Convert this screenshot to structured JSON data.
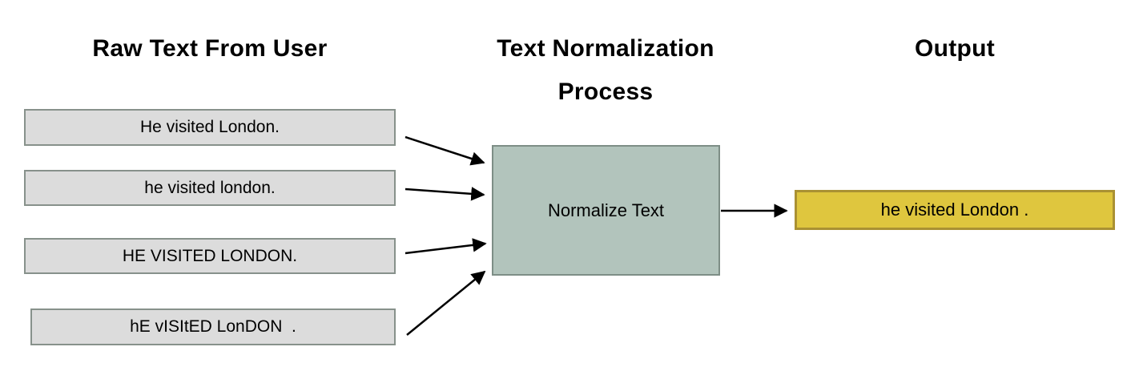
{
  "headings": {
    "left": "Raw Text From User",
    "middle_line1": "Text Normalization",
    "middle_line2": "Process",
    "right": "Output"
  },
  "inputs": [
    {
      "label": "He visited London."
    },
    {
      "label": "he visited london."
    },
    {
      "label": "HE VISITED LONDON."
    },
    {
      "label": "hE vISItED LonDON  ."
    }
  ],
  "process": {
    "label": "Normalize Text"
  },
  "output": {
    "label": "he visited London ."
  },
  "colors": {
    "input-fill": "#dcdcdc",
    "input-border": "#87918b",
    "process-fill": "#b2c4bc",
    "process-border": "#7e8e86",
    "output-fill": "#dfc63e",
    "output-border": "#aa9133",
    "arrow": "#000000",
    "text": "#000000"
  }
}
